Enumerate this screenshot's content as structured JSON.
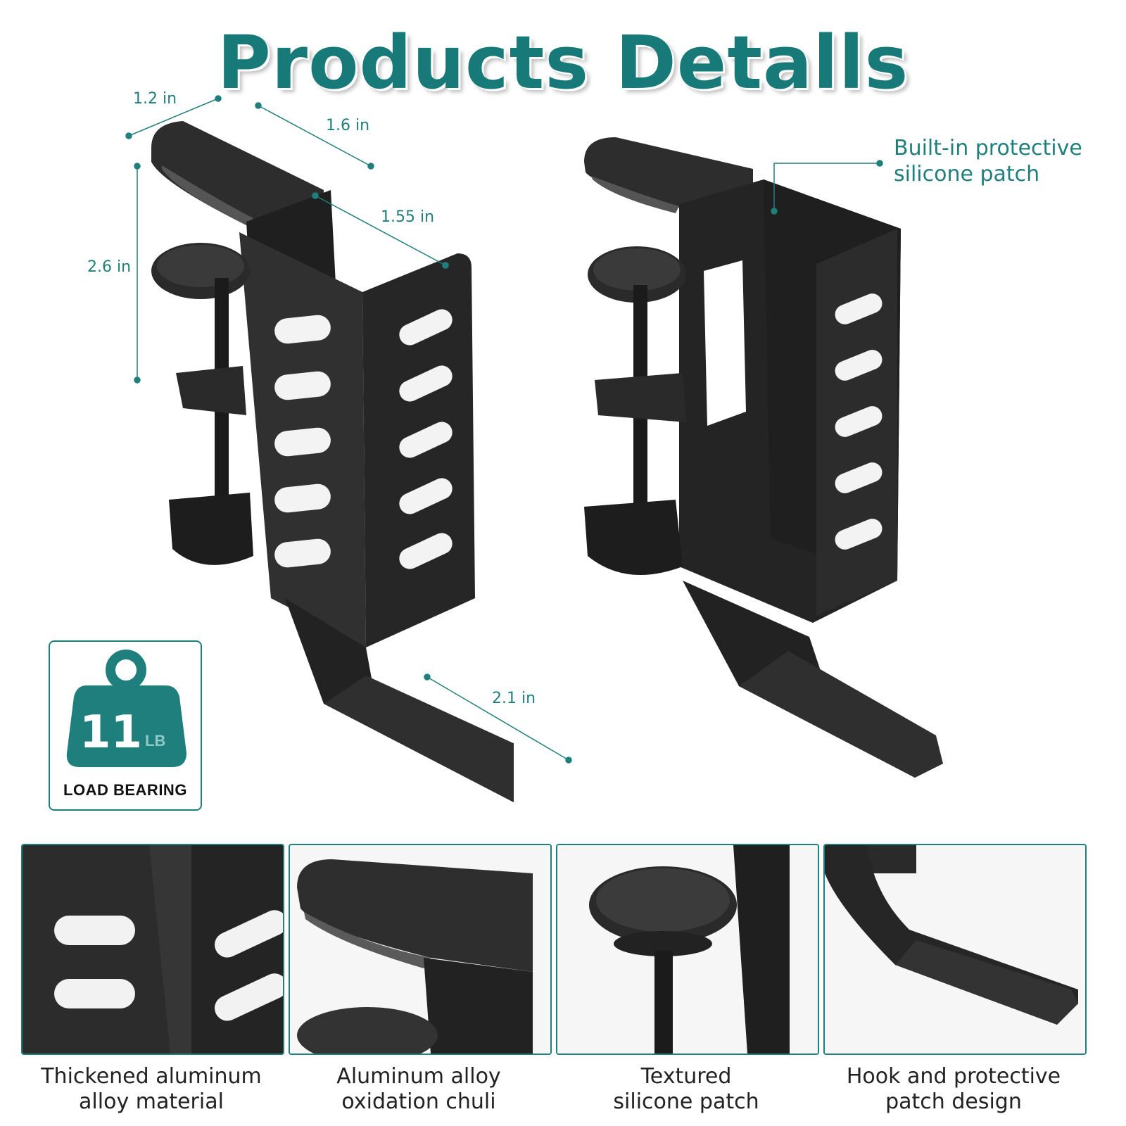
{
  "title": "Products Detalls",
  "dimensions": {
    "width_top": "1.2 in",
    "depth_top": "1.6 in",
    "inner": "1.55 in",
    "height": "2.6 in",
    "hook": "2.1 in"
  },
  "callout": {
    "line1": "Built-in protective",
    "line2": "silicone patch"
  },
  "badge": {
    "value": "11",
    "unit": "LB",
    "label": "LOAD BEARING"
  },
  "features": [
    {
      "line1": "Thickened aluminum",
      "line2": "alloy material"
    },
    {
      "line1": "Aluminum alloy",
      "line2": "oxidation chuli"
    },
    {
      "line1": "Textured",
      "line2": "silicone patch"
    },
    {
      "line1": "Hook and protective",
      "line2": "patch design"
    }
  ],
  "colors": {
    "accent": "#1f7f7c",
    "product": "#2b2b2b"
  }
}
